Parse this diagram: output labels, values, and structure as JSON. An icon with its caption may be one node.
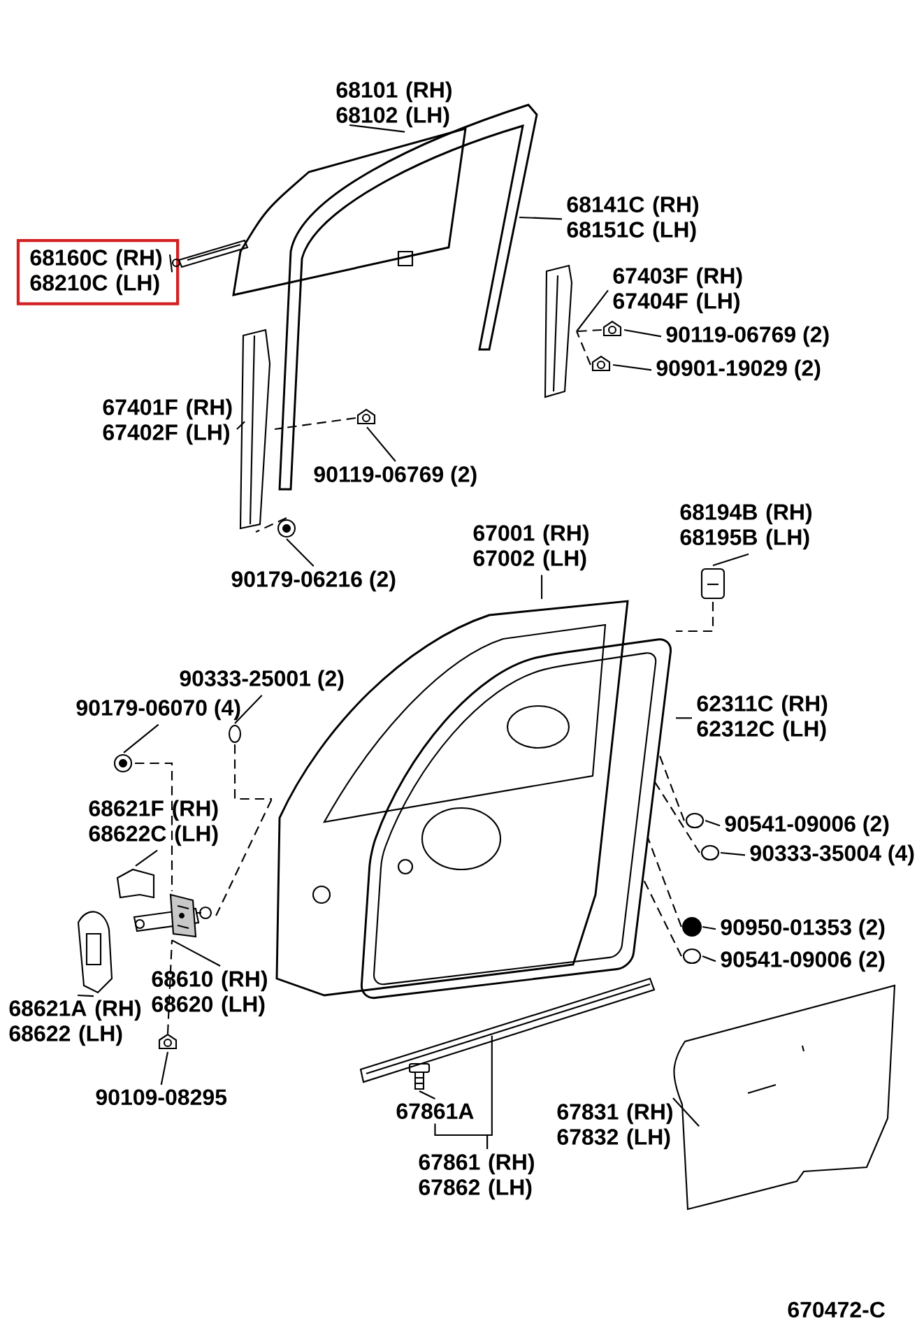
{
  "diagram": {
    "nodes": [
      {
        "text": [
          "68101 (RH) 68102 (LH)"
        ]
      },
      {
        "text": [
          "68160C (RH) 68210C (LH)"
        ]
      },
      {
        "text": [
          "68141C (RH) 68151C (LH)"
        ]
      },
      {
        "text": [
          "67403F (RH) 67404F (LH)"
        ]
      },
      {
        "text": [
          "90119-06769 (2)"
        ]
      },
      {
        "text": [
          "90901-19029 (2)"
        ]
      },
      {
        "text": [
          "67401F (RH) 67402F (LH)"
        ]
      },
      {
        "text": [
          "90119-06769 (2)"
        ]
      },
      {
        "text": [
          "90179-06216 (2)"
        ]
      },
      {
        "text": [
          "68194B (RH) 68195B (LH)"
        ]
      },
      {
        "text": [
          "67001 (RH) 67002 (LH)"
        ]
      },
      {
        "text": [
          "90333-25001 (2)"
        ]
      },
      {
        "text": [
          "90179-06070 (4)"
        ]
      },
      {
        "text": [
          "62311C (RH) 62312C (LH)"
        ]
      },
      {
        "text": [
          "68621F (RH) 68622C (LH)"
        ]
      },
      {
        "text": [
          "90541-09006 (2)"
        ]
      },
      {
        "text": [
          "90333-35004 (4)"
        ]
      },
      {
        "text": [
          "68610 (RH) 68620 (LH)"
        ]
      },
      {
        "text": [
          "90950-01353 (2)"
        ]
      },
      {
        "text": [
          "90541-09006 (2)"
        ]
      },
      {
        "text": [
          "68621A (RH) 68622 (LH)"
        ]
      },
      {
        "text": [
          "90109-08295"
        ]
      },
      {
        "text": [
          "67861A"
        ]
      },
      {
        "text": [
          "67861 (RH) 67862 (LH)"
        ]
      },
      {
        "text": [
          "67831 (RH) 67832 (LH)"
        ]
      },
      {
        "text": [],
        "shape": "picture"
      },
      {
        "text": [],
        "shape": "bar"
      },
      {
        "text": [],
        "shape": "picture"
      },
      {
        "text": [],
        "shape": "picture"
      },
      {
        "text": [],
        "shape": "picture"
      },
      {
        "text": [],
        "shape": "picture"
      },
      {
        "text": [],
        "shape": "picture"
      },
      {
        "text": [],
        "shape": "picture"
      },
      {
        "text": [],
        "shape": "picture"
      },
      {
        "text": [],
        "shape": "picture"
      },
      {
        "text": [],
        "shape": "picture"
      },
      {
        "text": [],
        "shape": "circle"
      },
      {
        "text": [],
        "shape": "picture"
      },
      {
        "text": [],
        "shape": "picture"
      },
      {
        "text": [],
        "shape": "picture"
      },
      {
        "text": [],
        "shape": "circle"
      },
      {
        "text": [],
        "shape": "circle"
      },
      {
        "text": [],
        "shape": "picture"
      },
      {
        "text": [],
        "shape": "circle"
      },
      {
        "text": [],
        "shape": "circle"
      },
      {
        "text": [],
        "shape": "picture"
      },
      {
        "text": [],
        "shape": "picture"
      },
      {
        "text": [],
        "shape": "picture"
      },
      {
        "text": [],
        "shape": "picture"
      },
      {
        "text": [],
        "shape": "picture"
      }
    ],
    "edges": [
      {
        "from": 0,
        "to": 25,
        "arrow": "none"
      },
      {
        "from": 1,
        "to": 26,
        "arrow": "none"
      },
      {
        "from": 2,
        "to": 27,
        "arrow": "none"
      },
      {
        "from": 3,
        "to": 28,
        "arrow": "none"
      },
      {
        "from": 4,
        "to": 29,
        "arrow": "none"
      },
      {
        "from": 5,
        "to": 30,
        "arrow": "none"
      },
      {
        "from": 6,
        "to": 31,
        "arrow": "none"
      },
      {
        "from": 7,
        "to": 32,
        "arrow": "none"
      },
      {
        "from": 8,
        "to": 33,
        "arrow": "none"
      },
      {
        "from": 9,
        "to": 34,
        "arrow": "none"
      },
      {
        "from": 10,
        "to": 35,
        "arrow": "none"
      },
      {
        "from": 11,
        "to": 36,
        "arrow": "none"
      },
      {
        "from": 12,
        "to": 37,
        "arrow": "none"
      },
      {
        "from": 13,
        "to": 38,
        "arrow": "none"
      },
      {
        "from": 14,
        "to": 39,
        "arrow": "none"
      },
      {
        "from": 15,
        "to": 40,
        "arrow": "none"
      },
      {
        "from": 16,
        "to": 41,
        "arrow": "none"
      },
      {
        "from": 17,
        "to": 42,
        "arrow": "none"
      },
      {
        "from": 18,
        "to": 43,
        "arrow": "none"
      },
      {
        "from": 19,
        "to": 44,
        "arrow": "none"
      },
      {
        "from": 20,
        "to": 45,
        "arrow": "none"
      },
      {
        "from": 21,
        "to": 46,
        "arrow": "none"
      },
      {
        "from": 22,
        "to": 47,
        "arrow": "none"
      },
      {
        "from": 23,
        "to": 22,
        "arrow": "none"
      },
      {
        "from": 23,
        "to": 48,
        "arrow": "none"
      },
      {
        "from": 24,
        "to": 49,
        "arrow": "none"
      },
      {
        "from": 29,
        "to": 28,
        "arrow": "none",
        "style": "dashed"
      },
      {
        "from": 30,
        "to": 28,
        "arrow": "none",
        "style": "dashed"
      },
      {
        "from": 32,
        "to": 31,
        "arrow": "none",
        "style": "dashed"
      },
      {
        "from": 33,
        "to": 31,
        "arrow": "none",
        "style": "dashed"
      },
      {
        "from": 34,
        "to": 38,
        "arrow": "none",
        "style": "dashed"
      },
      {
        "from": 36,
        "to": 35,
        "arrow": "none",
        "style": "dashed"
      },
      {
        "from": 37,
        "to": 42,
        "arrow": "none",
        "style": "dashed"
      },
      {
        "from": 42,
        "to": 35,
        "arrow": "none",
        "style": "dashed"
      },
      {
        "from": 40,
        "to": 38,
        "arrow": "none",
        "style": "dashed"
      },
      {
        "from": 41,
        "to": 38,
        "arrow": "none",
        "style": "dashed"
      },
      {
        "from": 43,
        "to": 38,
        "arrow": "none",
        "style": "dashed"
      },
      {
        "from": 44,
        "to": 38,
        "arrow": "none",
        "style": "dashed"
      },
      {
        "from": 46,
        "to": 42,
        "arrow": "none",
        "style": "dashed"
      }
    ],
    "labels": [
      "670472-C"
    ]
  }
}
